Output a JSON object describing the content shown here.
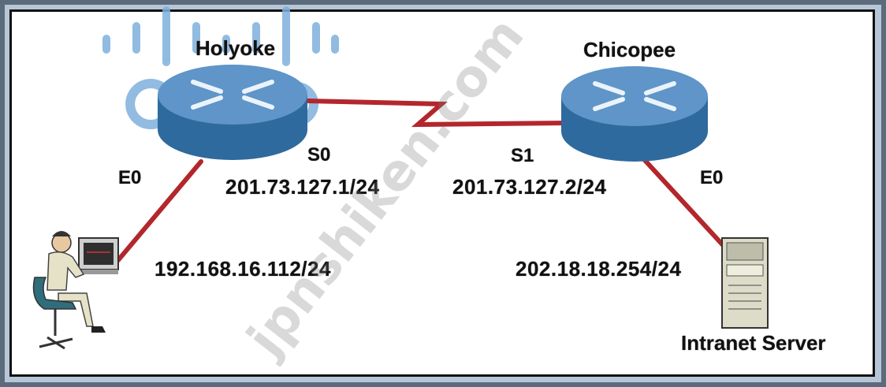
{
  "routers": {
    "left": {
      "name": "Holyoke",
      "serial_port": "S0",
      "serial_ip": "201.73.127.1/24",
      "ethernet_port": "E0"
    },
    "right": {
      "name": "Chicopee",
      "serial_port": "S1",
      "serial_ip": "201.73.127.2/24",
      "ethernet_port": "E0"
    }
  },
  "workstation": {
    "ip": "192.168.16.112/24"
  },
  "server": {
    "ip": "202.18.18.254/24",
    "label": "Intranet Server"
  },
  "watermark": "jpnshiken.com",
  "colors": {
    "link": "#b3272c",
    "router_top": "#5f95c8",
    "router_side": "#2f6a9e",
    "cisco_logo": "#7fb0dc"
  }
}
